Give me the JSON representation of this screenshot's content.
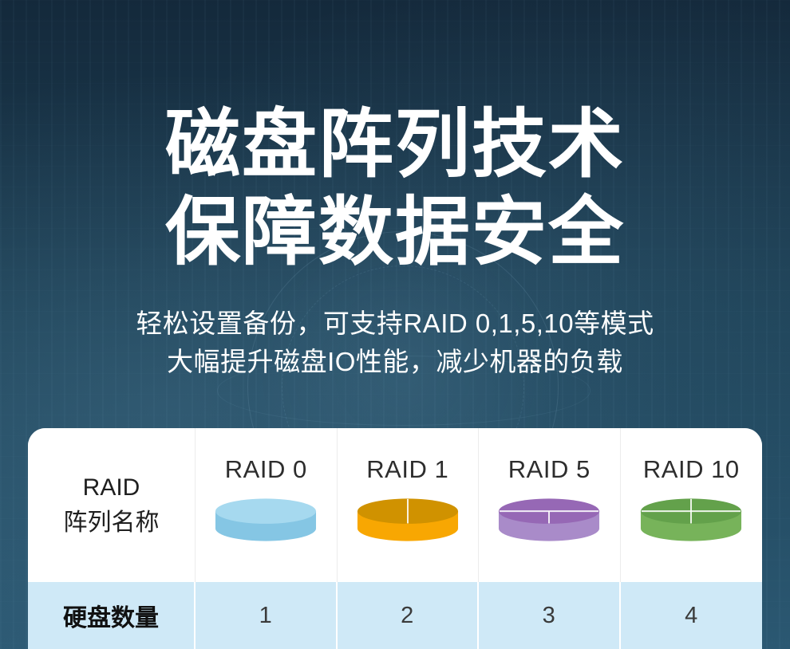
{
  "hero": {
    "title_line1": "磁盘阵列技术",
    "title_line2": "保障数据安全",
    "subtitle_line1": "轻松设置备份，可支持RAID 0,1,5,10等模式",
    "subtitle_line2": "大幅提升磁盘IO性能，减少机器的负载"
  },
  "table": {
    "row_header_line1": "RAID",
    "row_header_line2": "阵列名称",
    "count_row_label": "硬盘数量",
    "columns": [
      {
        "label": "RAID 0",
        "disk_count": "1",
        "disk_color_top": "#a6d9ef",
        "disk_color_body": "#85c6e4"
      },
      {
        "label": "RAID 1",
        "disk_count": "2",
        "disk_color_top": "#d09200",
        "disk_color_body": "#f8a702"
      },
      {
        "label": "RAID 5",
        "disk_count": "3",
        "disk_color_top": "#9668b5",
        "disk_color_body": "#a98bc9"
      },
      {
        "label": "RAID 10",
        "disk_count": "4",
        "disk_color_top": "#63a14b",
        "disk_color_body": "#77b35a"
      }
    ],
    "count_row_bg": "#cfe9f7"
  },
  "colors": {
    "background_top": "#14293b",
    "background_bottom": "#2b5872",
    "card_bg": "#ffffff",
    "title_text": "#ffffff"
  }
}
